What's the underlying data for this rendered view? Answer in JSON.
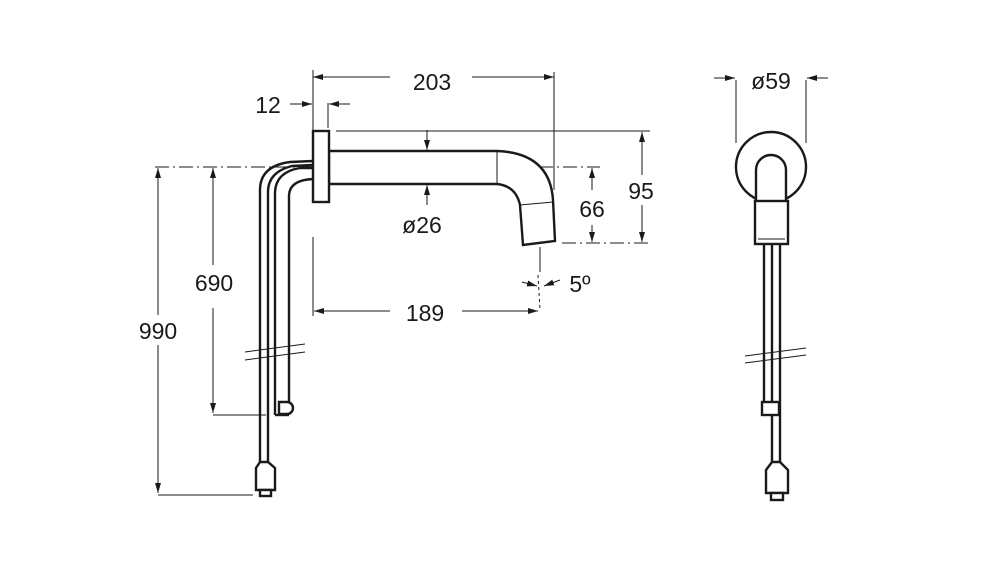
{
  "drawing": {
    "dimensions": {
      "spout_length": "203",
      "flange_thickness": "12",
      "spout_diameter": "ø26",
      "spout_drop_center": "66",
      "spout_height": "95",
      "spout_angle": "5º",
      "spout_reach": "189",
      "hose_length_short": "690",
      "hose_length_long": "990",
      "flange_diameter": "ø59"
    },
    "colors": {
      "line": "#1a1a1a",
      "background": "#ffffff"
    }
  }
}
